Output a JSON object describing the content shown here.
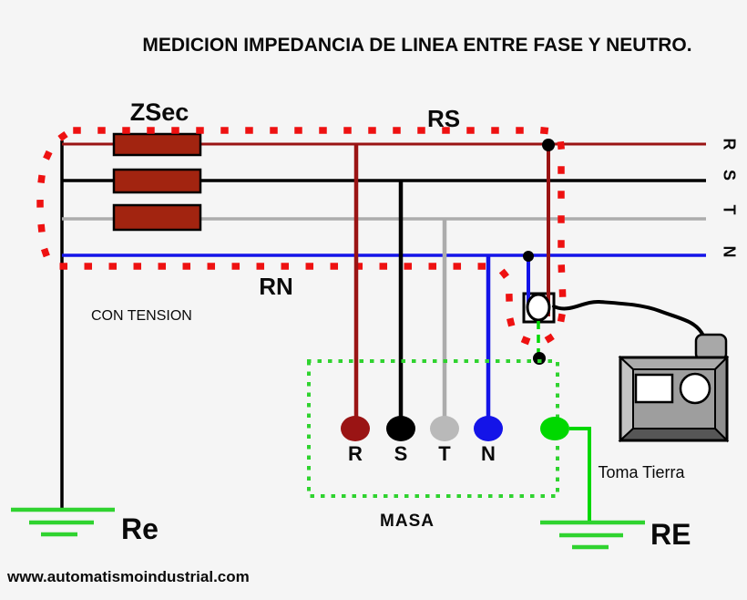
{
  "title": "MEDICION IMPEDANCIA DE LINEA ENTRE FASE Y NEUTRO.",
  "source_website": "www.automatismoindustrial.com",
  "labels": {
    "impedance": "ZSec",
    "loop_rs": "RS",
    "loop_rn": "RN",
    "con_tension": "CON TENSION",
    "masa": "MASA",
    "toma_tierra": "Toma Tierra",
    "earth_left": "Re",
    "earth_right": "RE"
  },
  "phases": [
    "R",
    "S",
    "T",
    "N"
  ],
  "terminals": [
    {
      "label": "R",
      "color": "#9a1414"
    },
    {
      "label": "S",
      "color": "#000000"
    },
    {
      "label": "T",
      "color": "#b9b9b9"
    },
    {
      "label": "N",
      "color": "#1414e8"
    },
    {
      "label": "",
      "color": "#00d800"
    }
  ],
  "colors": {
    "background": "#f5f5f5",
    "dark_red": "#9a1414",
    "brick_red": "#a22410",
    "black": "#000000",
    "gray_line": "#acacac",
    "blue": "#1414e8",
    "dot_red": "#ee1111",
    "green_wire": "#00d800",
    "green_dotted": "#2fd32f",
    "device_gray": "#b3b3b3"
  }
}
